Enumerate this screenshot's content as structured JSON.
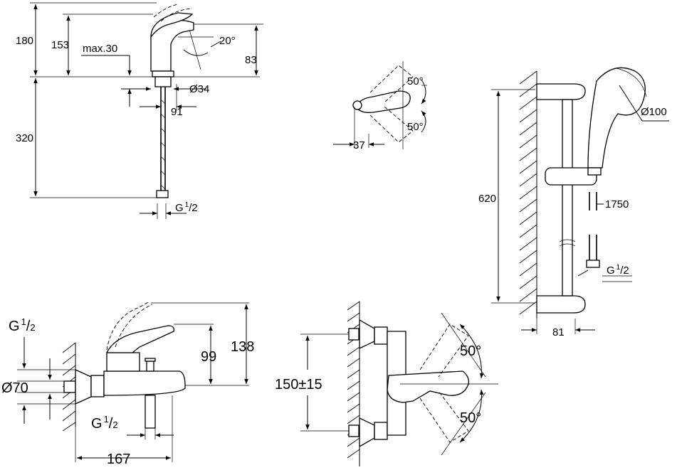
{
  "basin_mixer": {
    "dim_180": "180",
    "dim_153": "153",
    "dim_max30": "max.30",
    "dim_20deg": "20°",
    "dim_83": "83",
    "dim_d34": "Ø34",
    "dim_91": "91",
    "dim_320": "320",
    "thread": "G",
    "thread_num": "1",
    "thread_den": "2"
  },
  "lever_top_view": {
    "angle_upper": "50°",
    "angle_lower": "50°",
    "dim_37": "37"
  },
  "shower_rail": {
    "dim_620": "620",
    "dim_d100": "Ø100",
    "dim_1750": "1750",
    "dim_81": "81",
    "thread": "G",
    "thread_num": "1",
    "thread_den": "2"
  },
  "bath_mixer": {
    "thread_top": "G",
    "thread_top_num": "1",
    "thread_top_den": "2",
    "dim_d70": "Ø70",
    "dim_99": "99",
    "dim_138": "138",
    "thread_bottom": "G",
    "thread_bottom_num": "1",
    "thread_bottom_den": "2",
    "dim_167": "167"
  },
  "bath_mixer_front": {
    "dim_150": "150±15",
    "angle_upper": "50°",
    "angle_lower": "50°"
  }
}
